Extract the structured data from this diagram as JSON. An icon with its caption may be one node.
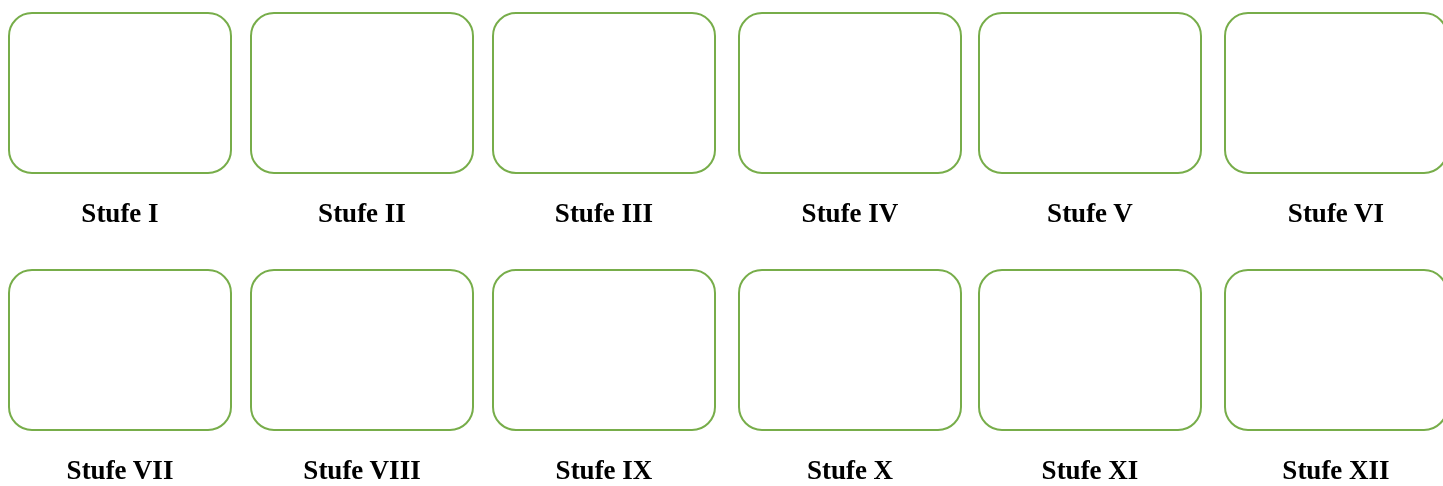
{
  "diagram": {
    "nodes": [
      {
        "text": [
          "Stufe I"
        ]
      },
      {
        "text": [
          "Stufe II"
        ]
      },
      {
        "text": [
          "Stufe III"
        ]
      },
      {
        "text": [
          "Stufe IV"
        ]
      },
      {
        "text": [
          "Stufe V"
        ]
      },
      {
        "text": [
          "Stufe VI"
        ]
      },
      {
        "text": [
          "Stufe VII"
        ]
      },
      {
        "text": [
          "Stufe VIII"
        ]
      },
      {
        "text": [
          "Stufe IX"
        ]
      },
      {
        "text": [
          "Stufe X"
        ]
      },
      {
        "text": [
          "Stufe XI"
        ]
      },
      {
        "text": [
          "Stufe XII"
        ]
      }
    ]
  }
}
